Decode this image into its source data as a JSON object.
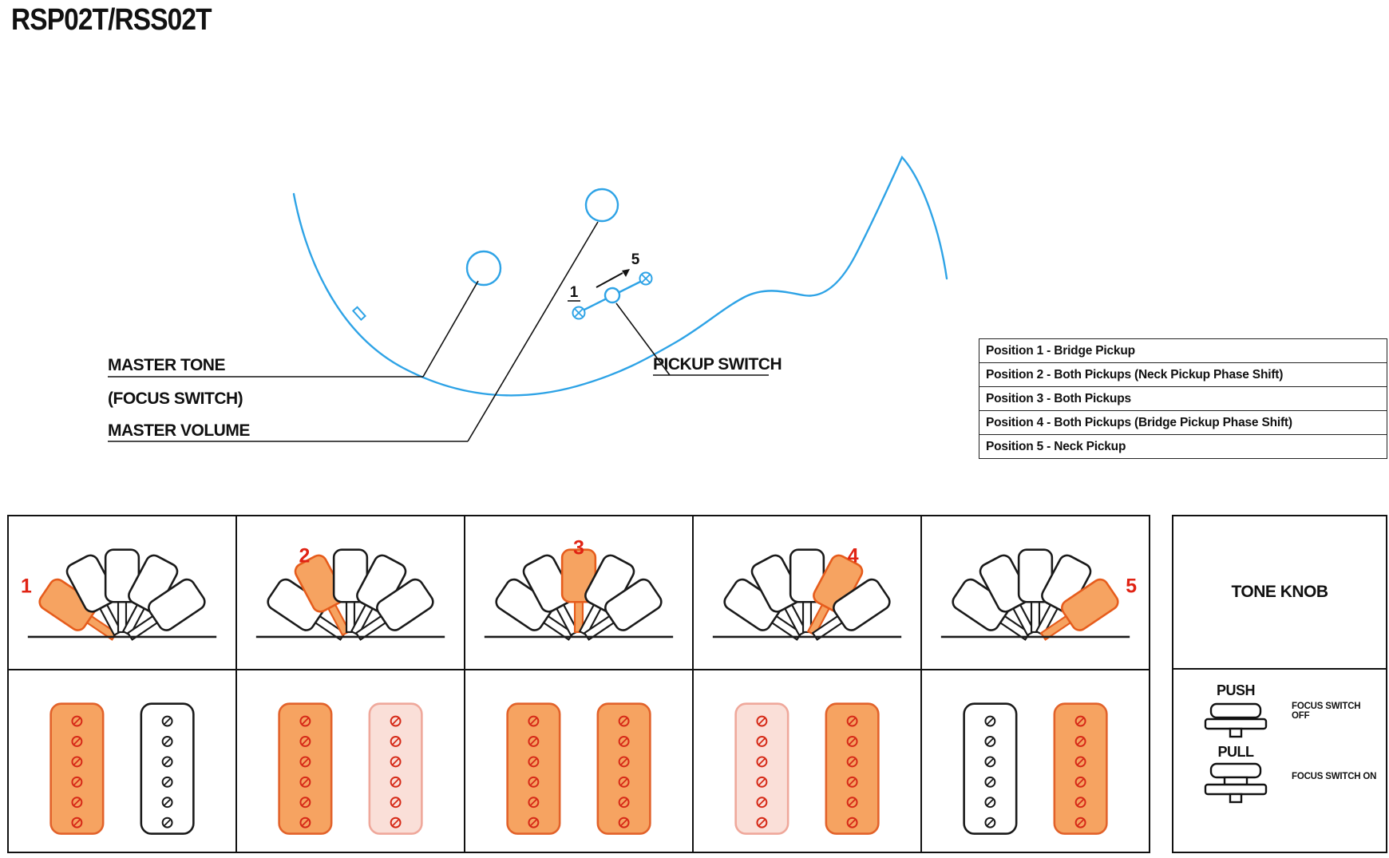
{
  "title": "RSP02T/RSS02T",
  "colors": {
    "blue": "#2EA3E6",
    "black": "#111111",
    "red": "#E02314",
    "lever_active_fill": "#F6A361",
    "lever_active_stroke": "#E65C1C",
    "pickup_active_fill": "#F6A361",
    "pickup_active_stroke": "#E2622A",
    "pickup_phase_fill": "#FADFD8",
    "pickup_phase_stroke": "#EFA89B",
    "pickup_off_fill": "#FFFFFF",
    "pickup_off_stroke": "#1A1A1A",
    "screw_red": "#D62A18",
    "screw_black": "#1A1A1A"
  },
  "diagram": {
    "master_tone_label": "MASTER TONE",
    "focus_switch_label": "(FOCUS SWITCH)",
    "master_volume_label": "MASTER VOLUME",
    "pickup_switch_label": "PICKUP SWITCH",
    "switch_position_min": "1",
    "switch_position_max": "5"
  },
  "position_table": {
    "rows": [
      "Position 1 - Bridge Pickup",
      "Position 2 - Both Pickups (Neck Pickup Phase Shift)",
      "Position 3 - Both Pickups",
      "Position 4 - Both Pickups (Bridge Pickup Phase Shift)",
      "Position 5 - Neck Pickup"
    ]
  },
  "positions": [
    {
      "number": "1",
      "active_lever": 0,
      "pickups": [
        "active",
        "off"
      ]
    },
    {
      "number": "2",
      "active_lever": 1,
      "pickups": [
        "active",
        "phase"
      ]
    },
    {
      "number": "3",
      "active_lever": 2,
      "pickups": [
        "active",
        "active"
      ]
    },
    {
      "number": "4",
      "active_lever": 3,
      "pickups": [
        "phase",
        "active"
      ]
    },
    {
      "number": "5",
      "active_lever": 4,
      "pickups": [
        "off",
        "active"
      ]
    }
  ],
  "tone_panel": {
    "title": "TONE KNOB",
    "rows": [
      {
        "label": "PUSH",
        "desc": "FOCUS SWITCH OFF",
        "knob": "push"
      },
      {
        "label": "PULL",
        "desc": "FOCUS SWITCH ON",
        "knob": "pull"
      }
    ]
  }
}
